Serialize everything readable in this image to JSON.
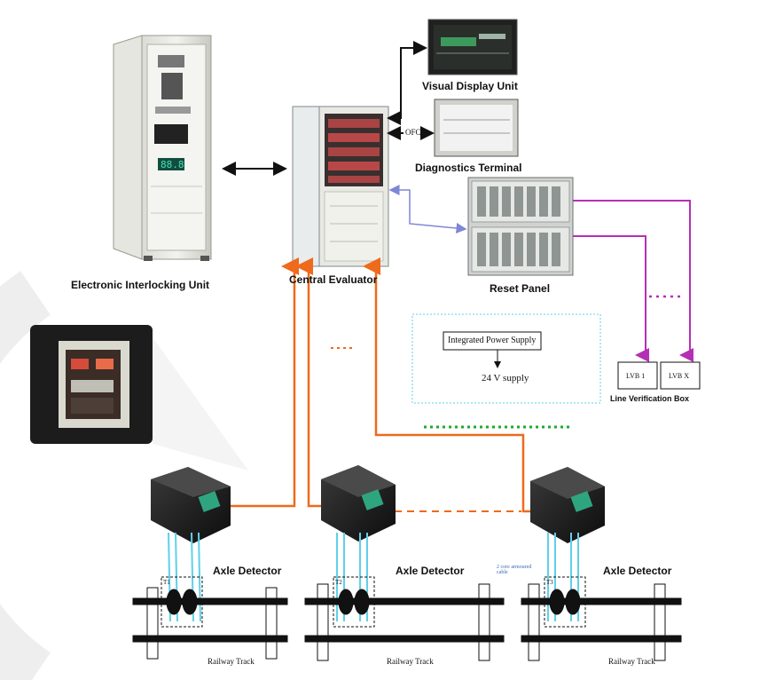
{
  "labels": {
    "electronic_interlocking_unit": "Electronic Interlocking Unit",
    "central_evaluator": "Central Evaluator",
    "visual_display_unit": "Visual Display Unit",
    "diagnostics_terminal": "Diagnostics Terminal",
    "ofc": "OFC",
    "reset_panel": "Reset Panel",
    "line_verification_box": "Line Verification Box",
    "lvb1": "LVB 1",
    "lvbx": "LVB X",
    "power_supply": "Integrated Power Supply",
    "supply_24v": "24 V supply",
    "axle_detector_1": "Axle Detector",
    "axle_detector_2": "Axle Detector",
    "axle_detector_3": "Axle Detector",
    "railway_track_1": "Railway Track",
    "railway_track_2": "Railway Track",
    "railway_track_3": "Railway Track",
    "t1": "T1",
    "t2": "T2",
    "t3": "T3",
    "cable_note": "2 core armoured cable"
  },
  "colors": {
    "orange_link": "#ee6a1c",
    "magenta_link": "#b52fb5",
    "blue_link": "#7f86d6",
    "cyan_beam": "#5fd0e8",
    "green_dots": "#1faa2a",
    "black": "#111111"
  }
}
